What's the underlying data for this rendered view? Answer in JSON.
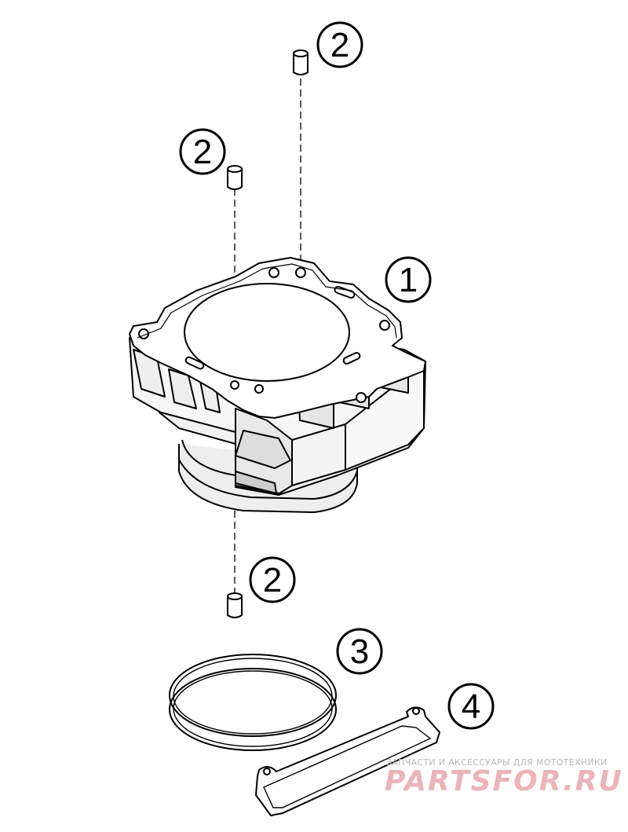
{
  "diagram": {
    "callouts": [
      {
        "id": "cylinder",
        "label": "1"
      },
      {
        "id": "dowel-pin-top-right",
        "label": "2"
      },
      {
        "id": "dowel-pin-top-left",
        "label": "2"
      },
      {
        "id": "dowel-pin-bottom",
        "label": "2"
      },
      {
        "id": "o-ring",
        "label": "3"
      },
      {
        "id": "gasket",
        "label": "4"
      }
    ]
  },
  "watermark": {
    "tagline": "ЗАПЧАСТИ И АКСЕССУАРЫ ДЛЯ МОТОТЕХНИКИ",
    "brand": "PARTSFOR.RU",
    "color": "#e9a6ac"
  }
}
